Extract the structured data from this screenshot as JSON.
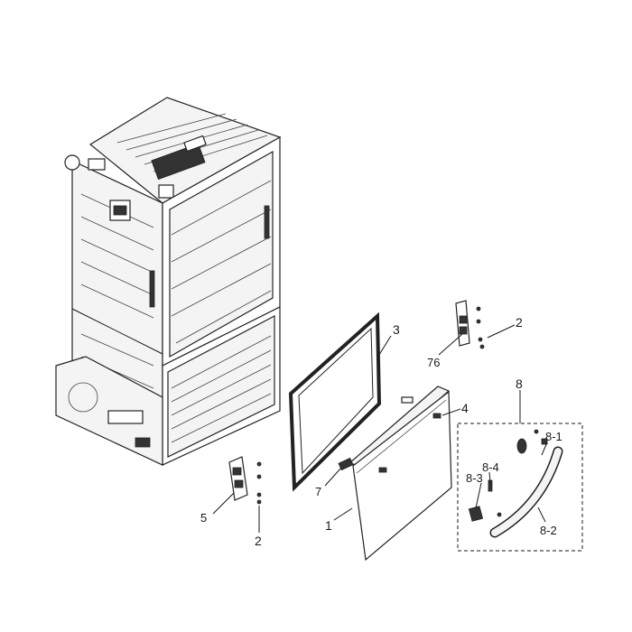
{
  "callouts": {
    "c1": "1",
    "c2a": "2",
    "c2b": "2",
    "c3": "3",
    "c4": "4",
    "c5": "5",
    "c7": "7",
    "c76": "76",
    "c8": "8",
    "c8_1": "8-1",
    "c8_2": "8-2",
    "c8_3": "8-3",
    "c8_4": "8-4"
  }
}
